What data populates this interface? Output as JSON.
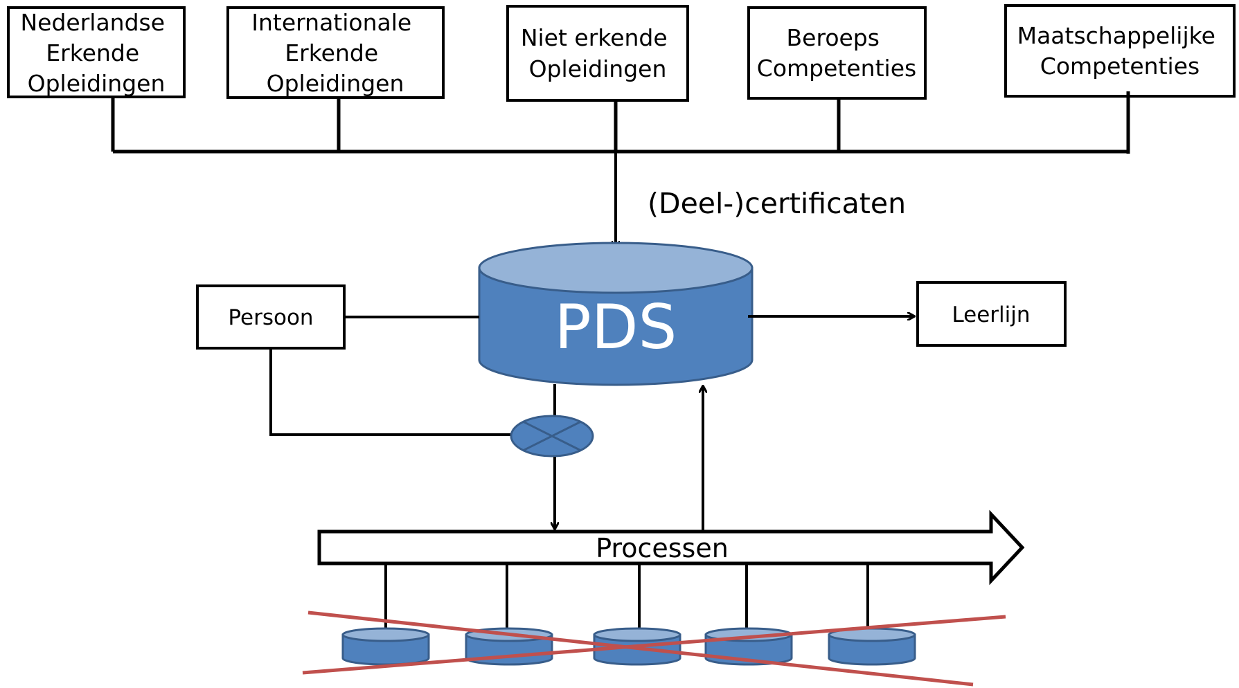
{
  "top_boxes": [
    {
      "lines": [
        "Nederlandse",
        "Erkende",
        "Opleidingen"
      ]
    },
    {
      "lines": [
        "Internationale",
        "Erkende",
        "Opleidingen"
      ]
    },
    {
      "lines": [
        "Niet erkende",
        "Opleidingen"
      ]
    },
    {
      "lines": [
        "Beroeps",
        "Competenties"
      ]
    },
    {
      "lines": [
        "Maatschappelijke",
        "Competenties"
      ]
    }
  ],
  "certificates_label": "(Deel-)certificaten",
  "pds_label": "PDS",
  "person_label": "Persoon",
  "learning_path_label": "Leerlijn",
  "processes_label": "Processen",
  "colors": {
    "database_fill": "#4f81bd",
    "database_top": "#95b3d7",
    "database_stroke": "#385d8a",
    "cross_out": "#c0504d",
    "line": "#000000"
  }
}
